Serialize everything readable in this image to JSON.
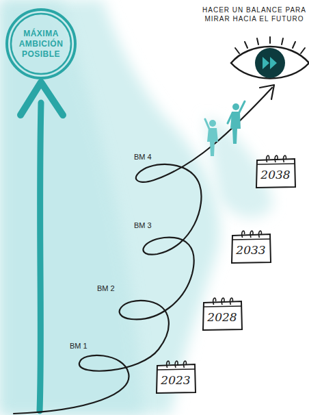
{
  "diagram": {
    "nodes": [
      {
        "text": [
          "MÁXIMA AMBICIÓN POSIBLE"
        ]
      },
      {
        "text": [
          "2038"
        ]
      },
      {
        "text": [
          "2033"
        ]
      },
      {
        "text": [
          "2028"
        ]
      },
      {
        "text": [
          "2023"
        ]
      }
    ],
    "labels": [
      "HACER UN BALANCE PARA MIRAR HACIA EL FUTURO",
      "BM 4",
      "BM 3",
      "BM 2",
      "BM 1"
    ]
  }
}
